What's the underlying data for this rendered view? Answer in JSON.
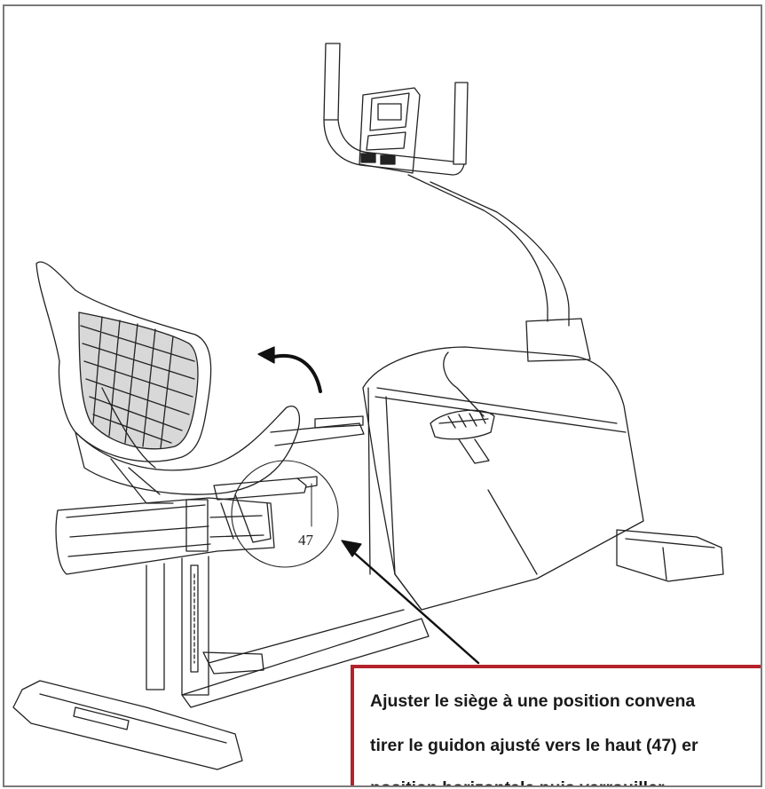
{
  "figure": {
    "part_number": "47",
    "callout_lines": [
      "Ajuster le siège à une position convena",
      "tirer le guidon ajusté vers le haut (47) er",
      "position horizontale puis verrouiller."
    ],
    "colors": {
      "frame_border": "#7a7a7a",
      "callout_border": "#b5232a",
      "line_art": "#222222",
      "text": "#1a1a1a"
    },
    "icons": [
      "rotation-arrow-icon",
      "pointer-arrow-icon"
    ]
  }
}
